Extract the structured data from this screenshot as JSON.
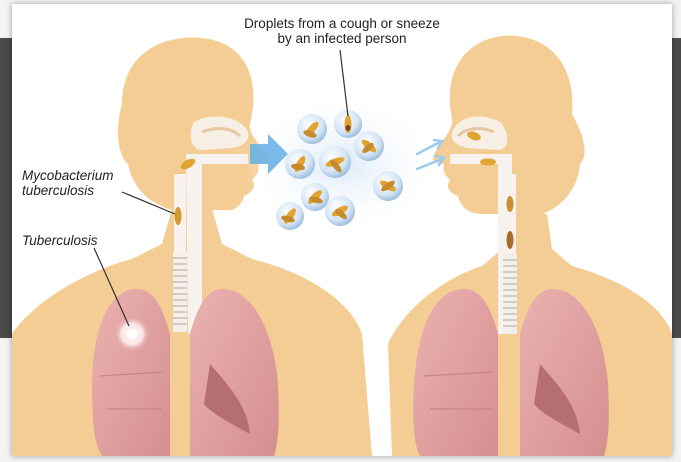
{
  "labels": {
    "droplets_line1": "Droplets from a cough or sneeze",
    "droplets_line2": "by an infected person",
    "mycobacterium_line1": "Mycobacterium",
    "mycobacterium_line2": "tuberculosis",
    "tuberculosis": "Tuberculosis"
  },
  "colors": {
    "skin": "#f4cd94",
    "lung": "#e3a2a2",
    "lung_dark": "#c98484",
    "trachea": "#f7f2ee",
    "bacteria": "#e1a332",
    "droplet": "#c9def2",
    "arrow": "#6cb2e6"
  }
}
